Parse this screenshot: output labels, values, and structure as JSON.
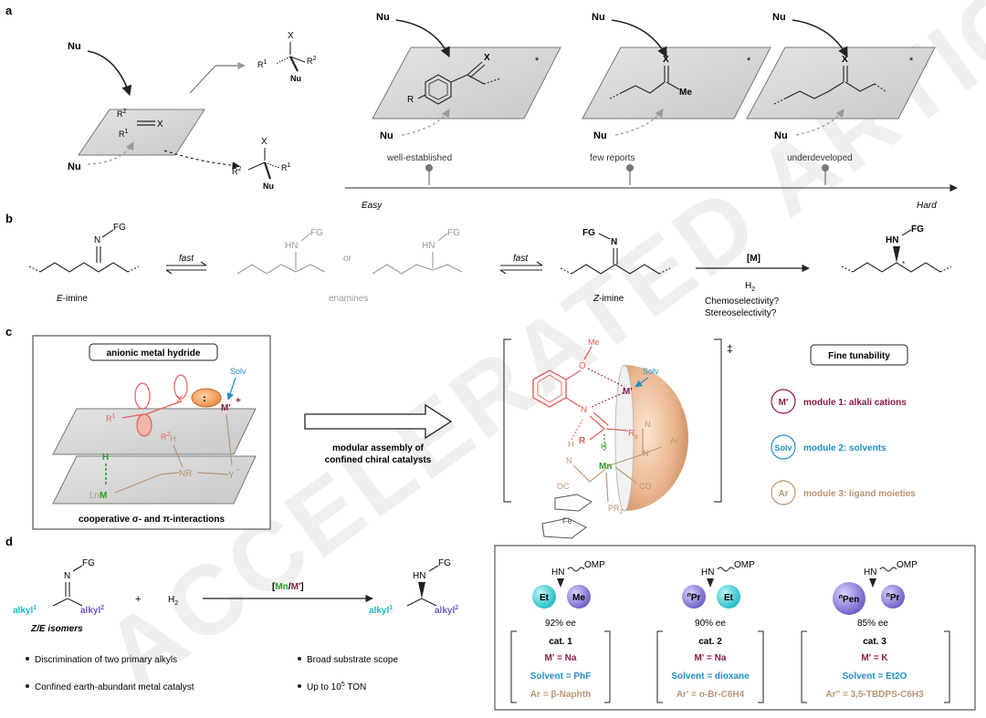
{
  "watermark": "ACCELERATED ARTICLE PREVIEW",
  "colors": {
    "accent_red": "#e0605a",
    "alkali": "#8b1a4a",
    "solvent": "#1f8fc8",
    "ligand": "#b89472",
    "mn_green": "#2aa02a",
    "cyan_ball": "#3fd3d8",
    "purple_ball": "#8a7fd6",
    "orange": "#e8833a"
  },
  "panel_a": {
    "label": "a",
    "nu": "Nu",
    "x": "X",
    "r1": "R",
    "r1_sup": "1",
    "r2": "R",
    "r2_sup": "2",
    "r": "R",
    "me": "Me",
    "star": "*",
    "stages": [
      "well-established",
      "few reports",
      "underdeveloped"
    ],
    "axis_easy": "Easy",
    "axis_hard": "Hard"
  },
  "panel_b": {
    "label": "b",
    "fg": "FG",
    "n": "N",
    "hn": "HN",
    "fast1": "fast",
    "fast2": "fast",
    "or": "or",
    "e_prefix": "E",
    "e_suffix": "-imine",
    "enamines": "enamines",
    "z_prefix": "Z",
    "z_suffix": "-imine",
    "catalyst": "[M]",
    "h2": "H",
    "h2_sub": "2",
    "q1": "Chemoselectivity?",
    "q2": "Stereoselectivity?"
  },
  "panel_c": {
    "label": "c",
    "box_title": "anionic metal hydride",
    "box_caption": "cooperative σ- and π-interactions",
    "solv": "Solv",
    "mprime": "M'",
    "plus": "+",
    "h": "H",
    "lnm_ln": "Ln",
    "lnm_m": "M",
    "nr": "NR",
    "y": "Y",
    "minus": "−",
    "arrow_text1": "modular assembly of",
    "arrow_text2": "confined chiral catalysts",
    "me": "Me",
    "o": "O",
    "n": "N",
    "rl": "R",
    "rs": "R",
    "rs_sub": "s",
    "mn": "Mn",
    "co": "CO",
    "oc": "OC",
    "ar": "Ar",
    "pr2": "PR",
    "pr2_sub": "2",
    "fe": "Fe",
    "dagger": "‡",
    "fine_title": "Fine tunability",
    "modules": [
      {
        "badge": "M'",
        "text": "module 1: alkali cations"
      },
      {
        "badge": "Solv",
        "text": "module 2: solvents"
      },
      {
        "badge": "Ar",
        "text": "module 3: ligand moieties"
      }
    ]
  },
  "panel_d": {
    "label": "d",
    "fg": "FG",
    "n": "N",
    "hn": "HN",
    "alkyl": "alkyl",
    "sup1": "1",
    "sup2": "2",
    "plus": "+",
    "h2": "H",
    "h2_sub": "2",
    "catalyst_open": "[",
    "catalyst_mn": "Mn",
    "catalyst_slash": "/",
    "catalyst_m": "M'",
    "catalyst_close": "]",
    "isomers": "Z/E isomers",
    "bullets": [
      "Discrimination of two primary alkyls",
      "Broad substrate scope",
      "Confined earth-abundant metal catalyst",
      "Up to 10"
    ],
    "ton_sup": "5",
    "ton_suffix": " TON",
    "omp": "OMP",
    "catalysts": [
      {
        "left": "Et",
        "right": "Me",
        "ee": "92% ee",
        "cat": "cat. 1",
        "m": "M' = Na",
        "solvent": "Solvent = PhF",
        "ar_label": "Ar",
        "ar_value": " = β-Naphth"
      },
      {
        "left": "Pr",
        "left_sup": "n",
        "right": "Et",
        "ee": "90% ee",
        "cat": "cat. 2",
        "m": "M' = Na",
        "solvent": "Solvent = dioxane",
        "ar_label": "Ar'",
        "ar_value": " = o-Br-C6H4"
      },
      {
        "left": "Pen",
        "left_sup": "n",
        "right": "Pr",
        "right_sup": "n",
        "ee": "85% ee",
        "cat": "cat. 3",
        "m": "M' = K",
        "solvent": "Solvent = Et2O",
        "ar_label": "Ar''",
        "ar_value": " = 3,5-TBDPS-C6H3"
      }
    ]
  }
}
